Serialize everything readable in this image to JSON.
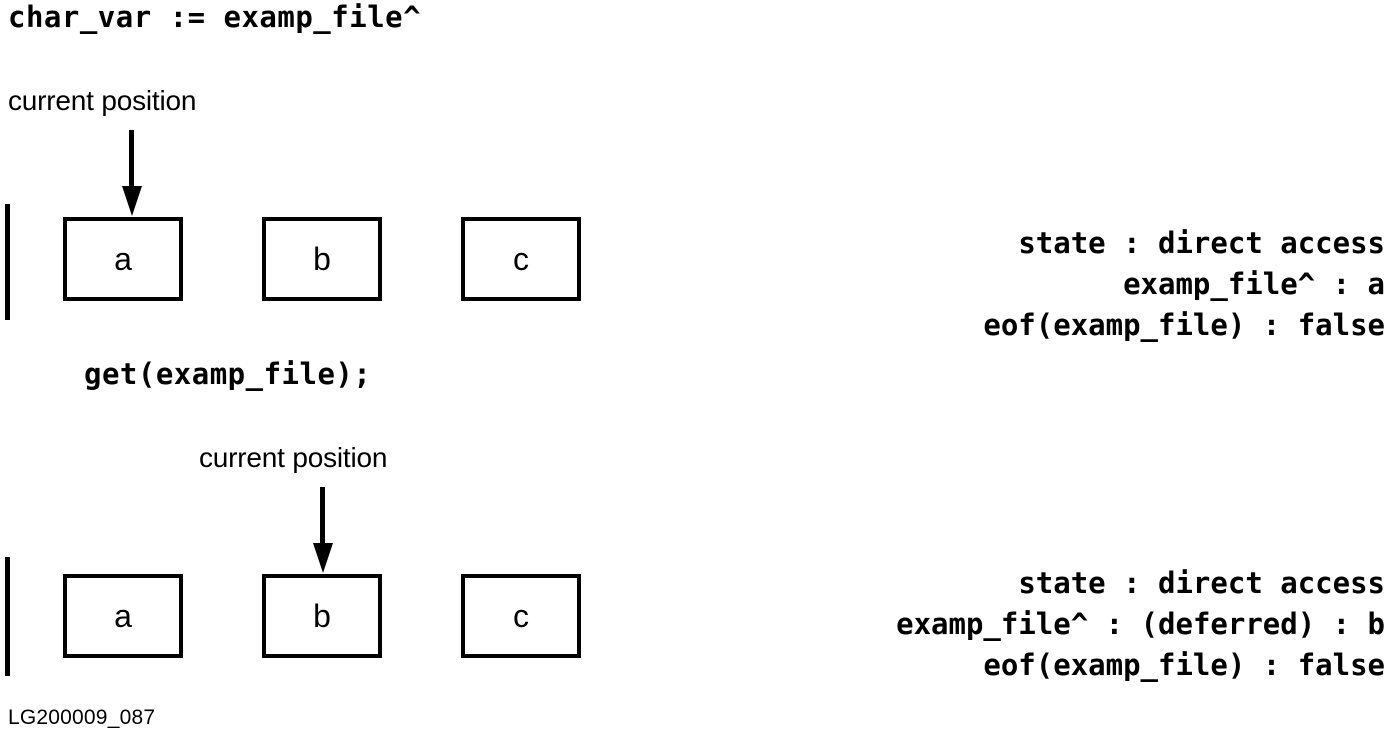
{
  "code": {
    "assignment": "char_var := examp_file^",
    "get_call": "get(examp_file);"
  },
  "pointer_labels": {
    "first": "current position",
    "second": "current position"
  },
  "icons": {
    "arrow_down": "arrow-down-icon"
  },
  "rows": [
    {
      "name": "before-get",
      "cells": [
        "a",
        "b",
        "c"
      ],
      "current_index": 0,
      "status": [
        {
          "key": "state",
          "sep": " : ",
          "value": "direct access"
        },
        {
          "key": "examp_file^",
          "sep": " : ",
          "value": "a"
        },
        {
          "key": "eof(examp_file)",
          "sep": " : ",
          "value": "false"
        }
      ]
    },
    {
      "name": "after-get",
      "cells": [
        "a",
        "b",
        "c"
      ],
      "current_index": 1,
      "status": [
        {
          "key": "state",
          "sep": " : ",
          "value": "direct access"
        },
        {
          "key": "examp_file^",
          "sep": " : ",
          "value": "(deferred) : b"
        },
        {
          "key": "eof(examp_file)",
          "sep": " : ",
          "value": "false"
        }
      ]
    }
  ],
  "figure_id": "LG200009_087",
  "colors": {
    "ink": "#000000",
    "paper": "#ffffff"
  }
}
